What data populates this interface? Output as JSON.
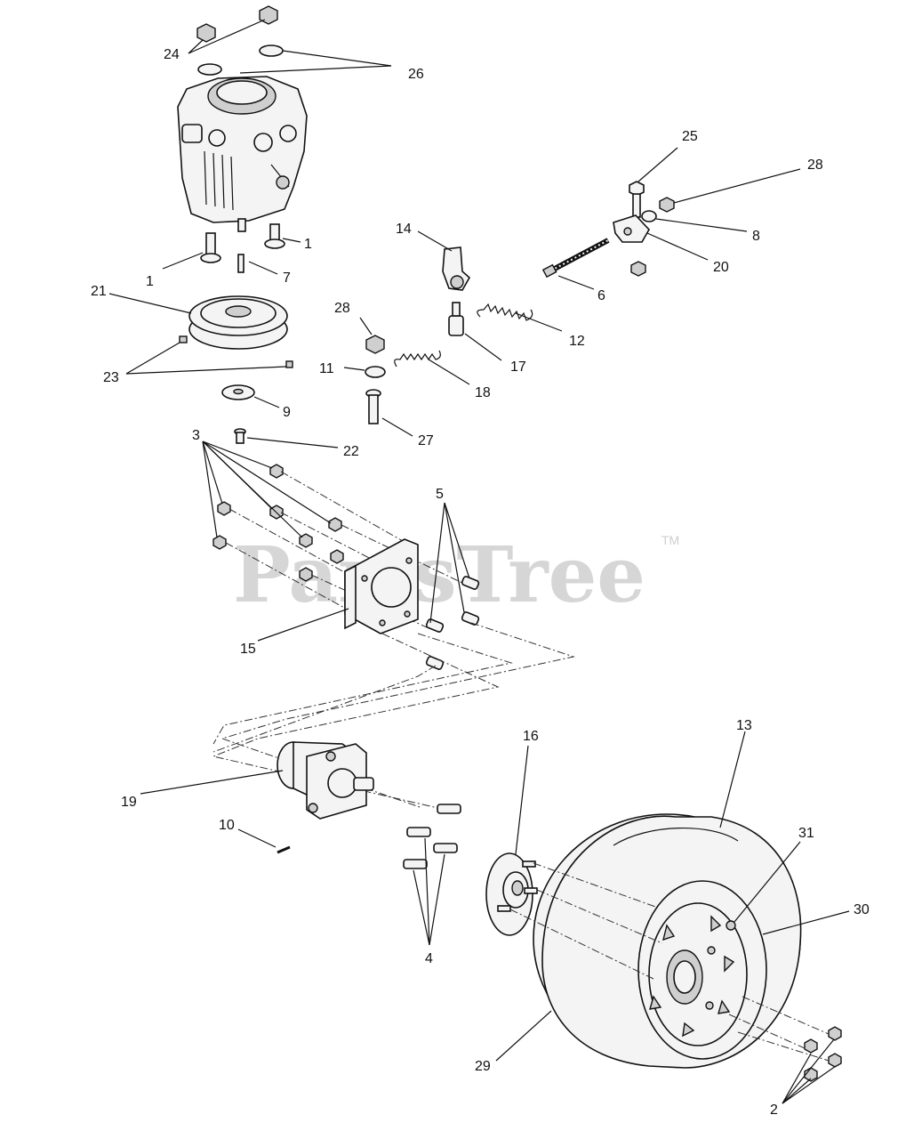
{
  "diagram": {
    "watermark": "PartsTree",
    "watermark_mark": "TM",
    "callouts": {
      "c24": "24",
      "c26": "26",
      "c1a": "1",
      "c1b": "1",
      "c7": "7",
      "c21": "21",
      "c23": "23",
      "c9": "9",
      "c14": "14",
      "c28a": "28",
      "c11": "11",
      "c18": "18",
      "c17": "17",
      "c27": "27",
      "c12": "12",
      "c6": "6",
      "c25": "25",
      "c28b": "28",
      "c8": "8",
      "c20": "20",
      "c3": "3",
      "c22": "22",
      "c5": "5",
      "c15": "15",
      "c16": "16",
      "c13": "13",
      "c19": "19",
      "c10": "10",
      "c31": "31",
      "c30": "30",
      "c4": "4",
      "c29": "29",
      "c2": "2"
    }
  }
}
